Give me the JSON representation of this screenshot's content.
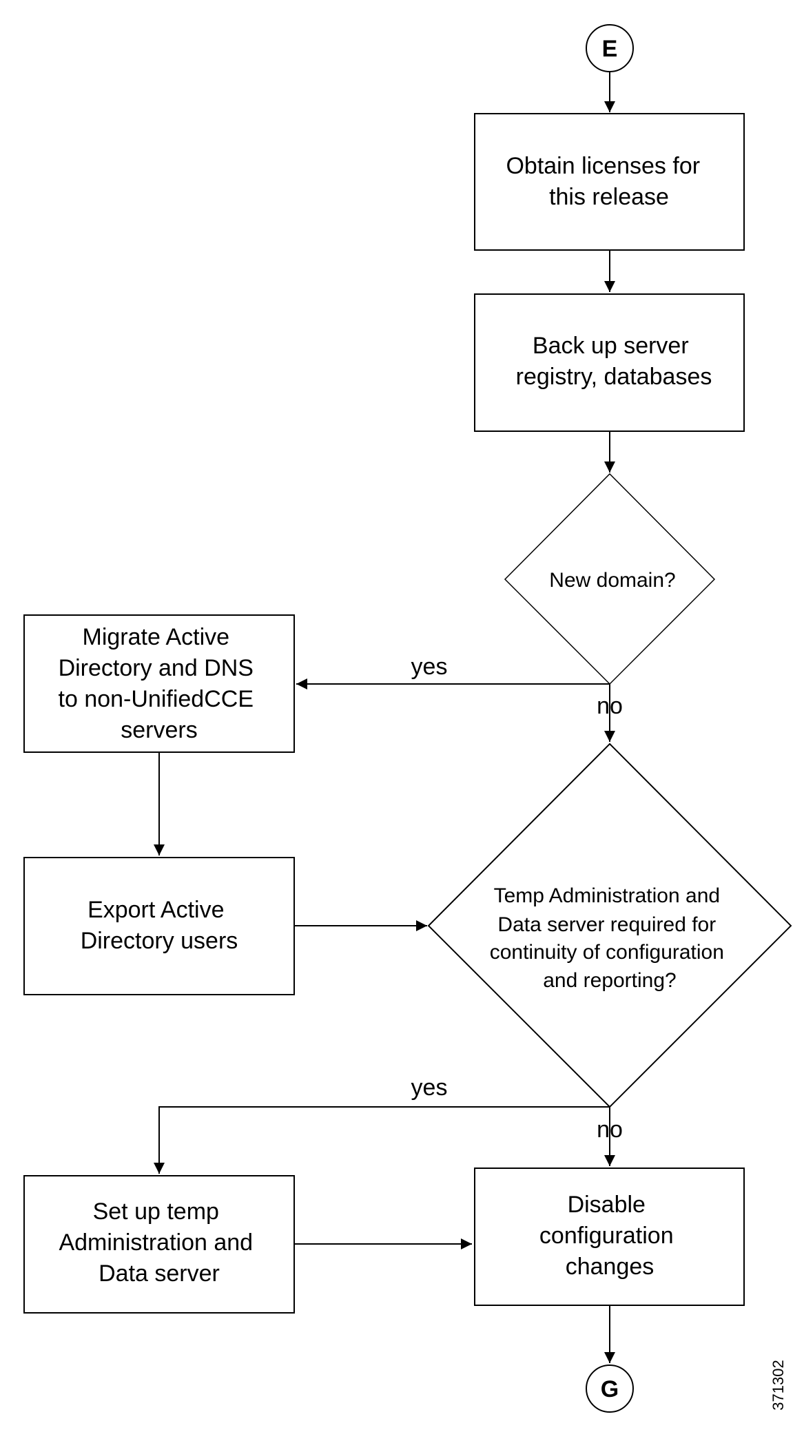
{
  "diagram": {
    "connectors": {
      "start": "E",
      "end": "G"
    },
    "nodes": {
      "obtain_licenses": [
        "Obtain licenses for",
        "this release"
      ],
      "back_up": [
        "Back up server",
        "registry, databases"
      ],
      "new_domain": [
        "New domain?"
      ],
      "migrate_ad": [
        "Migrate Active",
        "Directory and DNS",
        "to non-UnifiedCCE",
        "servers"
      ],
      "export_ad": [
        "Export Active",
        "Directory users"
      ],
      "temp_question": [
        "Temp Administration and",
        "Data server required for",
        "continuity of configuration",
        "and reporting?"
      ],
      "setup_temp": [
        "Set up temp",
        "Administration and",
        "Data server"
      ],
      "disable_config": [
        "Disable",
        "configuration",
        "changes"
      ]
    },
    "edge_labels": {
      "new_domain_yes": "yes",
      "new_domain_no": "no",
      "temp_yes": "yes",
      "temp_no": "no"
    },
    "figure_id": "371302"
  }
}
